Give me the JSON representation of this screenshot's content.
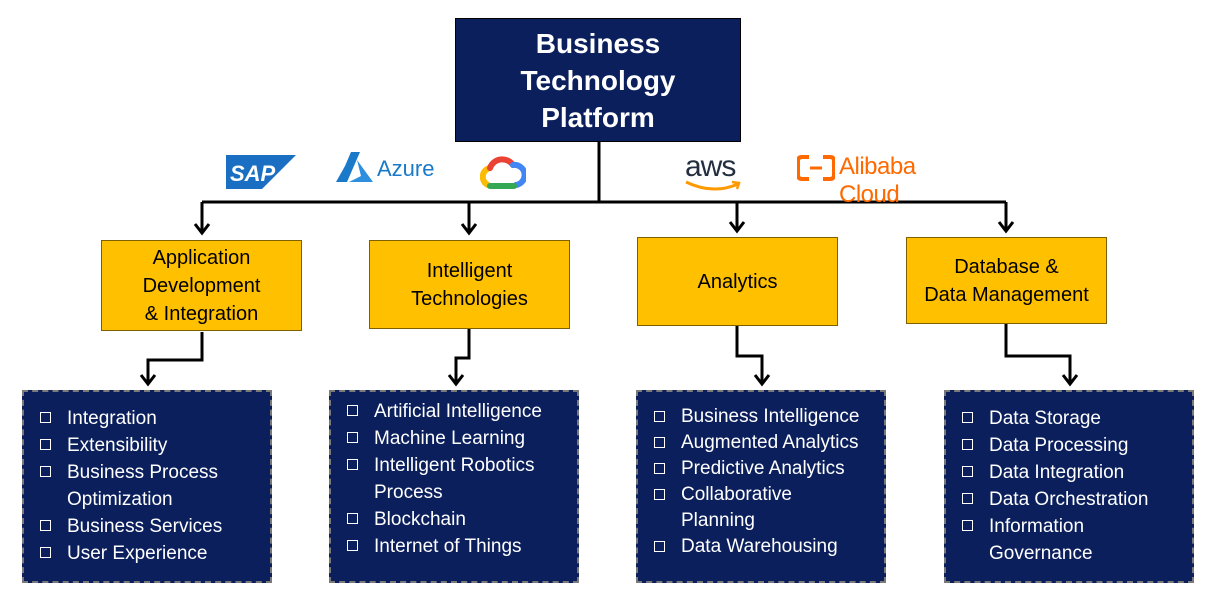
{
  "root": {
    "line1": "Business Technology",
    "line2": "Platform"
  },
  "logos": [
    {
      "name": "SAP",
      "label": "SAP",
      "color": "#1a6fc2"
    },
    {
      "name": "Azure",
      "label": "Azure",
      "color": "#1a79c9"
    },
    {
      "name": "Google Cloud",
      "label": "",
      "colors": [
        "#ea4335",
        "#fbbc05",
        "#34a853",
        "#4285f4"
      ]
    },
    {
      "name": "AWS",
      "label": "aws",
      "color": "#232f3e",
      "accent": "#ff9900"
    },
    {
      "name": "Alibaba Cloud",
      "label": "Alibaba Cloud",
      "color": "#ff6a00"
    }
  ],
  "categories": [
    {
      "lines": [
        "Application",
        "Development",
        "& Integration"
      ],
      "items": [
        [
          "Integration"
        ],
        [
          "Extensibility"
        ],
        [
          "Business Process",
          "Optimization"
        ],
        [
          "Business Services"
        ],
        [
          "User Experience"
        ]
      ]
    },
    {
      "lines": [
        "Intelligent",
        "Technologies"
      ],
      "items": [
        [
          "Artificial Intelligence"
        ],
        [
          "Machine Learning"
        ],
        [
          "Intelligent Robotics",
          "Process"
        ],
        [
          "Blockchain"
        ],
        [
          "Internet of Things"
        ]
      ]
    },
    {
      "lines": [
        "Analytics"
      ],
      "items": [
        [
          "Business Intelligence"
        ],
        [
          "Augmented Analytics"
        ],
        [
          "Predictive Analytics"
        ],
        [
          "Collaborative",
          "Planning"
        ],
        [
          "Data Warehousing"
        ]
      ]
    },
    {
      "lines": [
        "Database &",
        "Data Management"
      ],
      "items": [
        [
          "Data Storage"
        ],
        [
          "Data Processing"
        ],
        [
          "Data Integration"
        ],
        [
          "Data Orchestration"
        ],
        [
          "Information",
          "Governance"
        ]
      ]
    }
  ],
  "colors": {
    "root_fill": "#0b1f5c",
    "category_fill": "#ffc000",
    "list_fill": "#0b1f5c",
    "connector": "#000000"
  }
}
